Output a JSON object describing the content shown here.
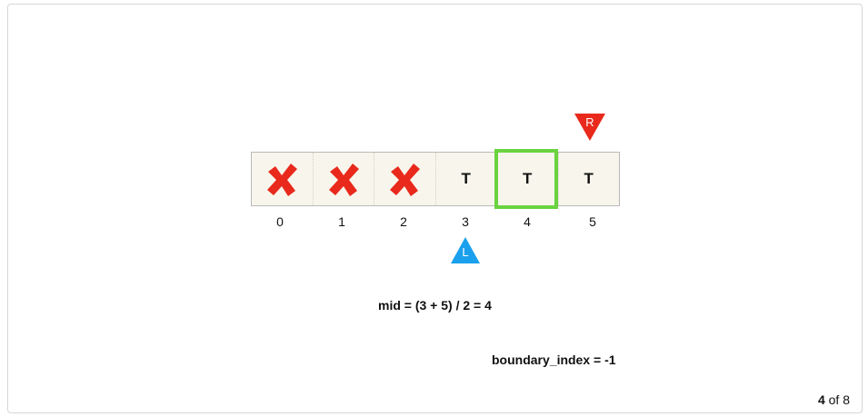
{
  "array": {
    "cells": [
      {
        "text": "",
        "crossed": true
      },
      {
        "text": "",
        "crossed": true
      },
      {
        "text": "",
        "crossed": true
      },
      {
        "text": "T",
        "crossed": false
      },
      {
        "text": "T",
        "crossed": false
      },
      {
        "text": "T",
        "crossed": false
      }
    ],
    "indices": [
      "0",
      "1",
      "2",
      "3",
      "4",
      "5"
    ],
    "highlighted_index": 4
  },
  "pointers": {
    "right": {
      "label": "R",
      "index": 5,
      "color": "#e8291c"
    },
    "left": {
      "label": "L",
      "index": 3,
      "color": "#1aa0ec"
    }
  },
  "mid_text": "mid = (3 + 5) / 2 = 4",
  "boundary_text": "boundary_index = -1",
  "pager": {
    "current": "4",
    "of_label": "of",
    "total": "8"
  },
  "colors": {
    "highlight": "#6ad33f",
    "cross": "#e8291c",
    "cell_bg": "#f8f6ec"
  }
}
